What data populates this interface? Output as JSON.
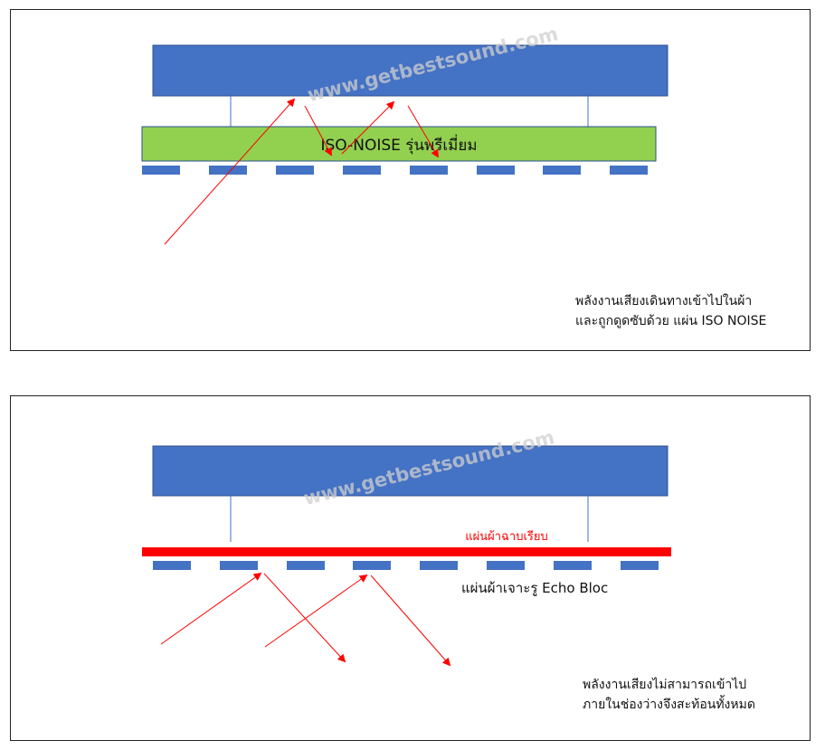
{
  "watermark": "www.getbestsound.com",
  "top_panel": {
    "green_label": "ISO-NOISE รุ่นพรีเมี่ยม",
    "caption_line1": "พลังงานเสียงเดินทางเข้าไปในผ้า",
    "caption_line2": "และถูกดูดซับด้วย แผ่น ISO NOISE"
  },
  "bottom_panel": {
    "red_label": "แผ่นผ้าฉาบเรียบ",
    "perforated_label": "แผ่นผ้าเจาะรู Echo Bloc",
    "caption_line1": "พลังงานเสียงไม่สามารถเข้าไป",
    "caption_line2": "ภายในช่องว่างจึงสะท้อนทั้งหมด"
  },
  "colors": {
    "blue_panel": "#4472C4",
    "blue_border": "#2F528F",
    "green_layer": "#92D050",
    "red_layer": "#FF0000",
    "arrow": "#FF0000",
    "frame": "#222222"
  }
}
